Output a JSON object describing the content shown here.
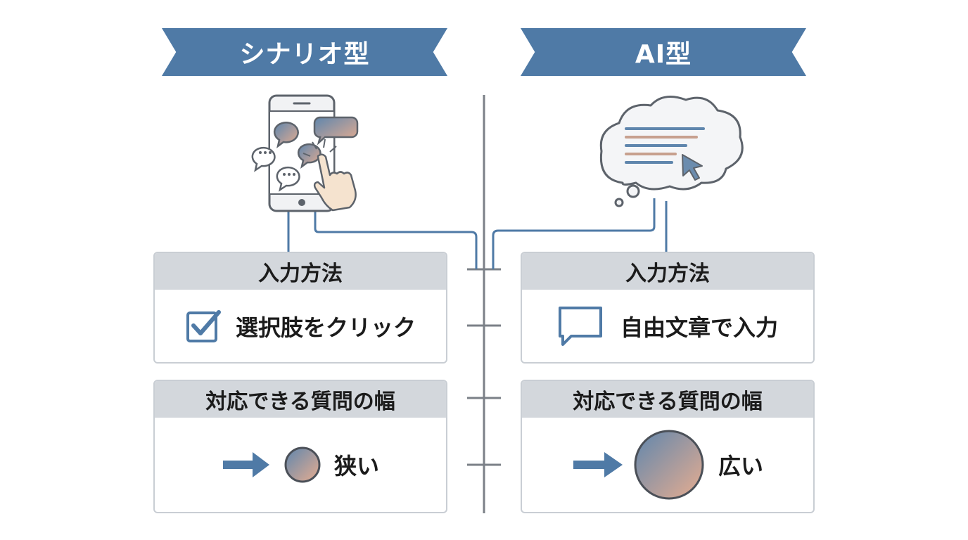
{
  "left": {
    "banner": "シナリオ型",
    "input_card": {
      "header": "入力方法",
      "text": "選択肢をクリック",
      "icon": "checkbox-icon"
    },
    "range_card": {
      "header": "対応できる質問の幅",
      "text": "狭い",
      "icon": "small-circle-icon"
    },
    "illustration": "smartphone-chat-icon"
  },
  "right": {
    "banner": "AI型",
    "input_card": {
      "header": "入力方法",
      "text": "自由文章で入力",
      "icon": "speech-bubble-icon"
    },
    "range_card": {
      "header": "対応できる質問の幅",
      "text": "広い",
      "icon": "large-circle-icon"
    },
    "illustration": "thought-cloud-icon"
  },
  "colors": {
    "banner": "#4f7aa6",
    "accent": "#4f7aa6",
    "header_gray": "#d3d7dc",
    "divider": "#7b8087",
    "gradient_start": "#5f86ad",
    "gradient_end": "#e7ad90"
  }
}
